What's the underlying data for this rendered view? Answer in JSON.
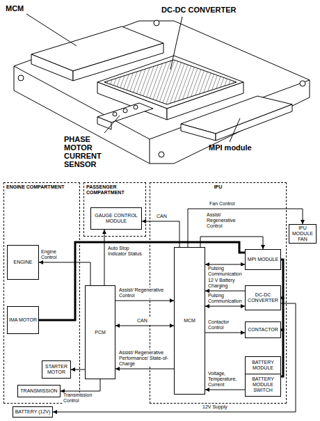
{
  "diagram": {
    "nodes": [
      {
        "text": [
          "ENGINE COMPARTMENT"
        ]
      },
      {
        "text": [
          "ENGINE"
        ],
        "in": 0
      },
      {
        "text": [
          "IMA MOTOR"
        ],
        "in": 0
      },
      {
        "text": [
          "STARTER MOTOR"
        ],
        "in": 0
      },
      {
        "text": [
          "TRANSMISSION"
        ],
        "in": 0
      },
      {
        "text": [
          "PASSENGER COMPARTMENT"
        ]
      },
      {
        "text": [
          "GAUGE CONTROL MODULE"
        ],
        "in": 5
      },
      {
        "text": [
          "PCM"
        ]
      },
      {
        "text": [
          "BATTERY (12V)"
        ]
      },
      {
        "text": [
          "IPU"
        ]
      },
      {
        "text": [
          "MCM"
        ],
        "in": 9
      },
      {
        "text": [
          "MPI MODULE"
        ],
        "in": 9
      },
      {
        "text": [
          "DC-DC CONVERTER"
        ],
        "in": 9
      },
      {
        "text": [
          "CONTACTOR"
        ],
        "in": 9
      },
      {
        "text": [
          "BATTERY MODULE",
          "BATTERY MODULE SWITCH"
        ],
        "in": 9
      },
      {
        "text": [
          "IPU MODULE FAN"
        ]
      }
    ],
    "edges": [
      {
        "from": 7,
        "to": 1,
        "arrow": "to",
        "label": "Engine Control"
      },
      {
        "from": 7,
        "to": 6,
        "arrow": "to",
        "label": "Auto Stop Indicator Status"
      },
      {
        "from": 10,
        "to": 6,
        "arrow": "to",
        "label": "CAN"
      },
      {
        "from": 7,
        "to": 10,
        "arrow": "to",
        "label": "Assist/ Regenerative Control"
      },
      {
        "from": 7,
        "to": 10,
        "arrow": "both",
        "label": "CAN"
      },
      {
        "from": 10,
        "to": 7,
        "arrow": "to",
        "label": "Assist/ Regenerative Performance/ State-of-Charge"
      },
      {
        "from": 7,
        "to": 3,
        "arrow": "to"
      },
      {
        "from": 7,
        "to": 4,
        "arrow": "to",
        "label": "Transmission Control"
      },
      {
        "from": 10,
        "to": 15,
        "arrow": "to",
        "label": "Fan Control"
      },
      {
        "from": 10,
        "to": 11,
        "arrow": "to",
        "label": "Assist/ Regenerative Control"
      },
      {
        "from": 10,
        "to": 11,
        "arrow": "both",
        "label": "Pulsing Communication"
      },
      {
        "from": 12,
        "to": 10,
        "arrow": "to",
        "label": "12 V Battery Charging"
      },
      {
        "from": 10,
        "to": 12,
        "arrow": "both",
        "label": "Pulsing Communication"
      },
      {
        "from": 10,
        "to": 13,
        "arrow": "to",
        "label": "Contactor Control"
      },
      {
        "from": 14,
        "to": 10,
        "arrow": "to",
        "label": "Voltage, Temperature, Current"
      },
      {
        "from": 12,
        "to": 8,
        "arrow": "to",
        "label": "12V Supply"
      },
      {
        "from": 2,
        "to": 11,
        "arrow": "none"
      },
      {
        "from": 11,
        "to": 12,
        "arrow": "none"
      },
      {
        "from": 12,
        "to": 13,
        "arrow": "none"
      },
      {
        "from": 13,
        "to": 14,
        "arrow": "none"
      }
    ],
    "labels": [
      "MCM",
      "DC-DC CONVERTER",
      "PHASE MOTOR CURRENT SENSOR",
      "MPI module"
    ]
  }
}
